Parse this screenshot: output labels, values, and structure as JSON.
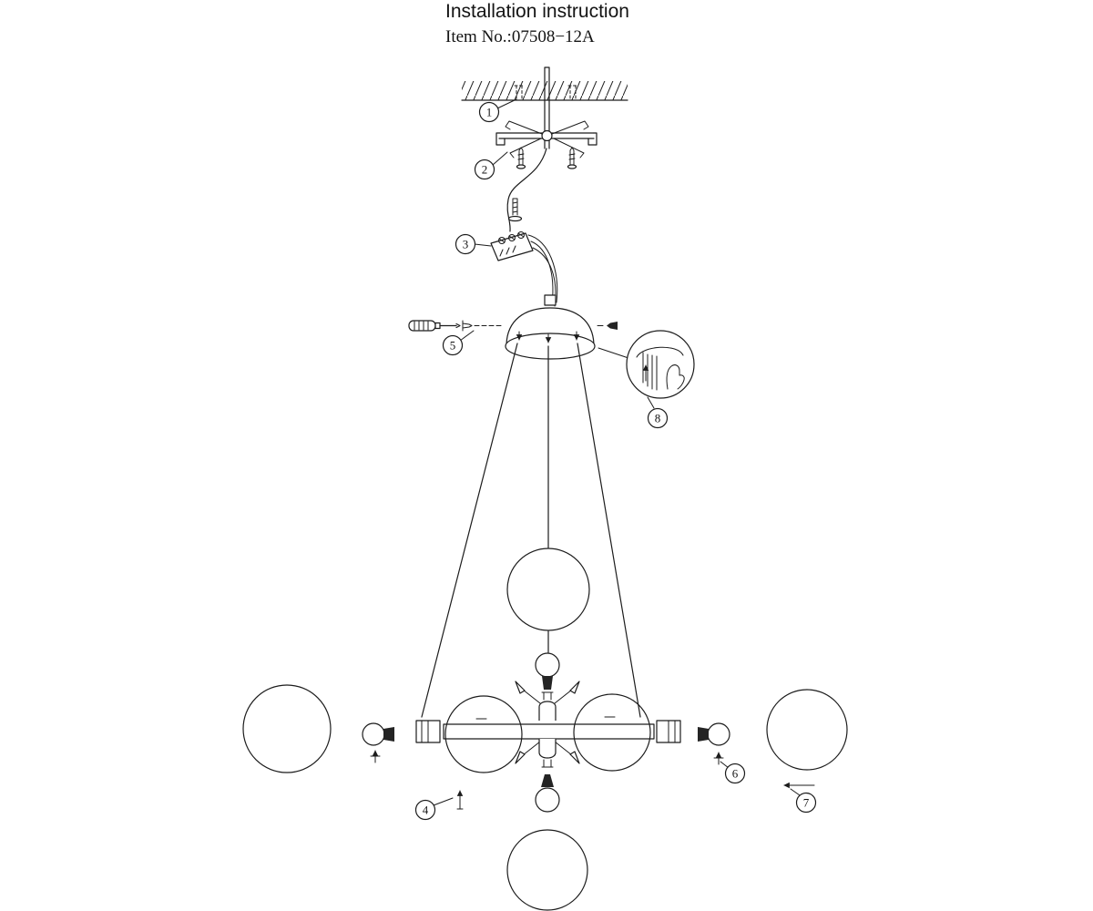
{
  "title": "Installation instruction",
  "item_no": "Item No.:07508−12A",
  "steps": [
    "1",
    "2",
    "3",
    "4",
    "5",
    "6",
    "7",
    "8"
  ],
  "colors": {
    "ink": "#1c1c1c",
    "background": "#ffffff"
  }
}
